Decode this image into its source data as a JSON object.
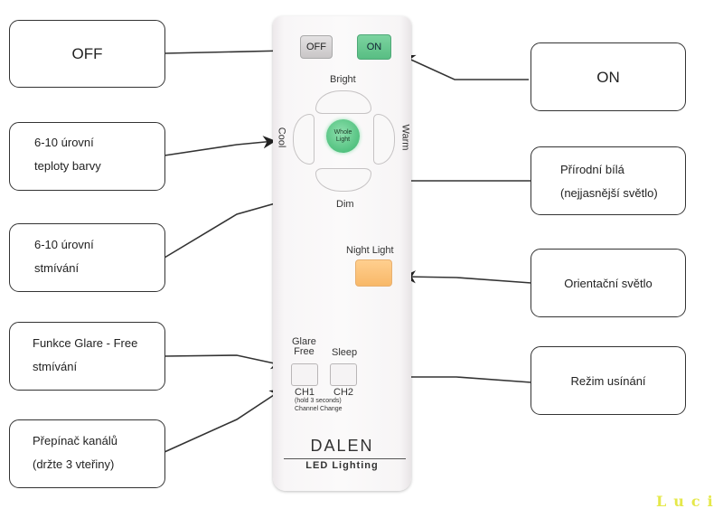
{
  "remote": {
    "buttons": {
      "off": "OFF",
      "on": "ON",
      "bright": "Bright",
      "dim": "Dim",
      "cool": "Cool",
      "warm": "Warm",
      "whole_light": [
        "Whole",
        "Light"
      ],
      "night_light": "Night Light",
      "glare_free": [
        "Glare",
        "Free"
      ],
      "sleep": "Sleep",
      "ch1": "CH1",
      "ch2": "CH2",
      "hold_note": "(hold 3 seconds)",
      "channel_change": "Channel Change"
    },
    "brand": "DALEN",
    "brand_sub": "LED Lighting",
    "colors": {
      "on_button": "#5cc287",
      "whole_light": "#52c07f",
      "night_light": "#fbc07a",
      "off_button": "#d2cfd0"
    }
  },
  "callouts": {
    "left": [
      {
        "lines": [
          "OFF"
        ]
      },
      {
        "lines": [
          "6-10  úrovní",
          "teploty barvy"
        ]
      },
      {
        "lines": [
          "6-10  úrovní",
          "stmívání"
        ]
      },
      {
        "lines": [
          "Funkce Glare - Free",
          "stmívání"
        ]
      },
      {
        "lines": [
          "Přepínač kanálů",
          "(držte 3 vteřiny)"
        ]
      }
    ],
    "right": [
      {
        "lines": [
          "ON"
        ]
      },
      {
        "lines": [
          "Přírodní bílá",
          "(nejjasnější světlo)"
        ]
      },
      {
        "lines": [
          "Orientační světlo"
        ]
      },
      {
        "lines": [
          "Režim usínání"
        ]
      }
    ]
  },
  "watermark": "Luci"
}
